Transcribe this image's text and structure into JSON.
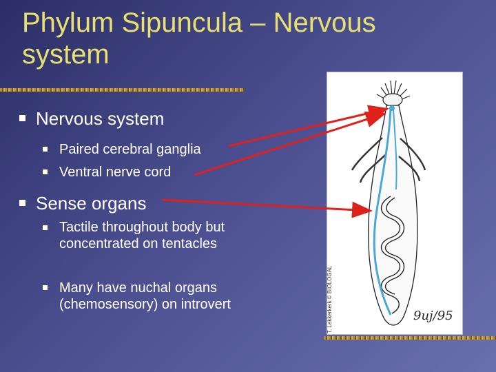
{
  "slide": {
    "title": "Phylum Sipuncula – Nervous system",
    "bullets": [
      {
        "text": "Nervous system",
        "sub": [
          "Paired cerebral ganglia",
          "Ventral nerve cord"
        ]
      },
      {
        "text": "Sense organs",
        "sub": [
          "Tactile throughout body but concentrated on tentacles",
          "Many have nuchal organs (chemosensory) on introvert"
        ]
      }
    ]
  },
  "figure": {
    "credit": "T. Lekkerkerk © BIOLOGAL",
    "signature": "9uj/95"
  },
  "colors": {
    "title": "#e8e070",
    "text": "#ffffff",
    "arrow": "#e0201a",
    "nerve": "#4aa8d8"
  }
}
